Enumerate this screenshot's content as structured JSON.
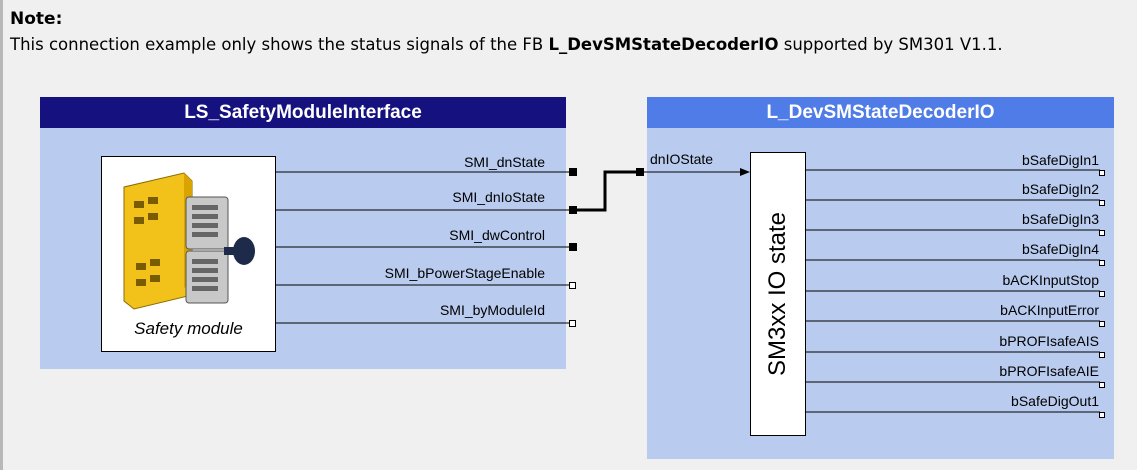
{
  "note": {
    "title": "Note:",
    "text_before": "This connection example only shows the status signals of the FB ",
    "fb_name": "L_DevSMStateDecoderIO",
    "text_after": " supported by SM301 V1.1."
  },
  "left_block": {
    "title": "LS_SafetyModuleInterface",
    "module_label": "Safety module",
    "outputs": [
      "SMI_dnState",
      "SMI_dnIoState",
      "SMI_dwControl",
      "SMI_bPowerStageEnable",
      "SMI_byModuleId"
    ]
  },
  "right_block": {
    "title": "L_DevSMStateDecoderIO",
    "state_label": "SM3xx IO state",
    "input": "dnIOState",
    "outputs": [
      "bSafeDigIn1",
      "bSafeDigIn2",
      "bSafeDigIn3",
      "bSafeDigIn4",
      "bACKInputStop",
      "bACKInputError",
      "bPROFIsafeAIS",
      "bPROFIsafeAIE",
      "bSafeDigOut1"
    ]
  },
  "colors": {
    "block_fill": "#b9cbee",
    "left_header": "#15127f",
    "right_header": "#4f7ce6",
    "module_yellow": "#f2c21b"
  }
}
